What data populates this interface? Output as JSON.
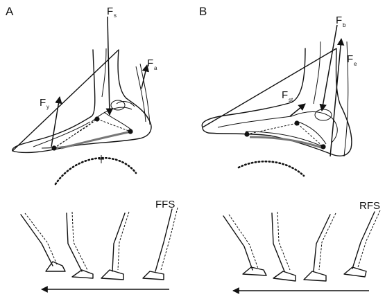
{
  "panels": [
    {
      "letter": "A",
      "forces": [
        "F",
        "F",
        "F"
      ],
      "force_subs": [
        "s",
        "a",
        "y"
      ],
      "strike_label": "FFS"
    },
    {
      "letter": "B",
      "forces": [
        "F",
        "F",
        "F"
      ],
      "force_subs": [
        "b",
        "e",
        "st"
      ],
      "strike_label": "RFS"
    }
  ]
}
